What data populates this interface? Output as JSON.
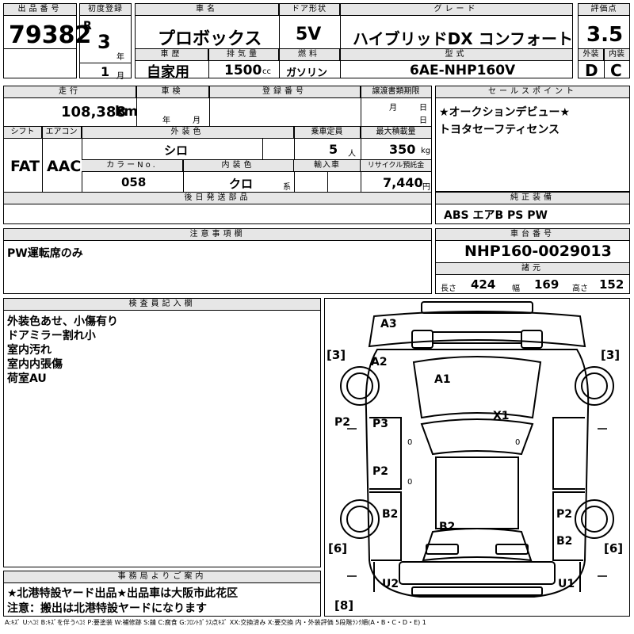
{
  "labels": {
    "lot_no": "出品番号",
    "first_reg": "初度登録",
    "car_name": "車名",
    "door": "ドア形状",
    "grade": "グレード",
    "score": "評価点",
    "history": "車歴",
    "displacement": "排気量",
    "fuel": "燃料",
    "model": "型式",
    "ext": "外装",
    "int": "内装",
    "mileage": "走行",
    "inspection": "車検",
    "reg_no": "登録番号",
    "transfer": "譲渡書類期限",
    "sales_point": "セールスポイント",
    "shift": "シフト",
    "aircon": "エアコン",
    "ext_color": "外装色",
    "capacity": "乗車定員",
    "max_load": "最大積載量",
    "color_no": "カラーNo.",
    "int_color": "内装色",
    "import": "輸入車",
    "recycle": "リサイクル預託金",
    "later_parts": "後日発送部品",
    "genuine": "純正装備",
    "caution": "注意事項欄",
    "chassis": "車台番号",
    "specs": "諸元",
    "inspector": "検査員記入欄",
    "office": "事務局よりご案内"
  },
  "units": {
    "year": "年",
    "month": "月",
    "cc": "cc",
    "km": "km",
    "people": "人",
    "kg": "kg",
    "kei": "系",
    "yen": "円",
    "length": "長さ",
    "width": "幅",
    "height": "高さ"
  },
  "values": {
    "lot_no": "79382",
    "era": "R",
    "year": "3",
    "month": "1",
    "car_name": "プロボックス",
    "door": "5V",
    "grade": "ハイブリッドDX コンフォート",
    "score": "3.5",
    "history": "自家用",
    "displacement": "1500",
    "fuel": "ガソリン",
    "model": "6AE-NHP160V",
    "ext_score": "D",
    "int_score": "C",
    "mileage": "108,388",
    "shift": "FAT",
    "aircon": "AAC",
    "ext_color": "シロ",
    "capacity": "5",
    "max_load": "350",
    "color_no": "058",
    "int_color": "クロ",
    "recycle": "7,440",
    "sales_point_1": "★オークションデビュー★",
    "sales_point_2": "トヨタセーフティセンス",
    "genuine": "ABS エアB PS PW",
    "caution": "PW運転席のみ",
    "chassis": "NHP160-0029013",
    "length": "424",
    "width": "169",
    "height": "152",
    "inspector_notes": [
      "外装色あせ、小傷有り",
      "ドアミラー割れ小",
      "室内汚れ",
      "室内内張傷",
      "荷室AU"
    ],
    "office_1": "★北港特設ヤード出品★出品車は大阪市此花区",
    "office_2": "注意：搬出は北港特設ヤードになります",
    "legend": "A:ｷｽﾞ U:ﾍｺﾐ B:ｷｽﾞを伴うﾍｺﾐ P:要塗装 W:補修跡 S:錆 C:腐食 G:ﾌﾛﾝﾄｶﾞﾗｽ点ｷｽﾞ XX:交換済み X:要交換 内・外装評価 5段階ﾗﾝｸ順(A・B・C・D・E) 1"
  },
  "damage": {
    "a3": "A3",
    "a2": "A2",
    "a1": "A1",
    "x1": "X1",
    "p2_left": "P2",
    "p3": "P3",
    "p2_center": "P2",
    "b2_left": "B2",
    "b2_center": "B2",
    "p2_right": "P2",
    "b2_right": "B2",
    "u2": "U2",
    "u1": "U1",
    "tire_fl": "3",
    "tire_fr": "3",
    "tire_rl": "6",
    "tire_rr": "6",
    "spare": "8",
    "zero1": "0",
    "zero2": "0",
    "zero3": "0"
  }
}
